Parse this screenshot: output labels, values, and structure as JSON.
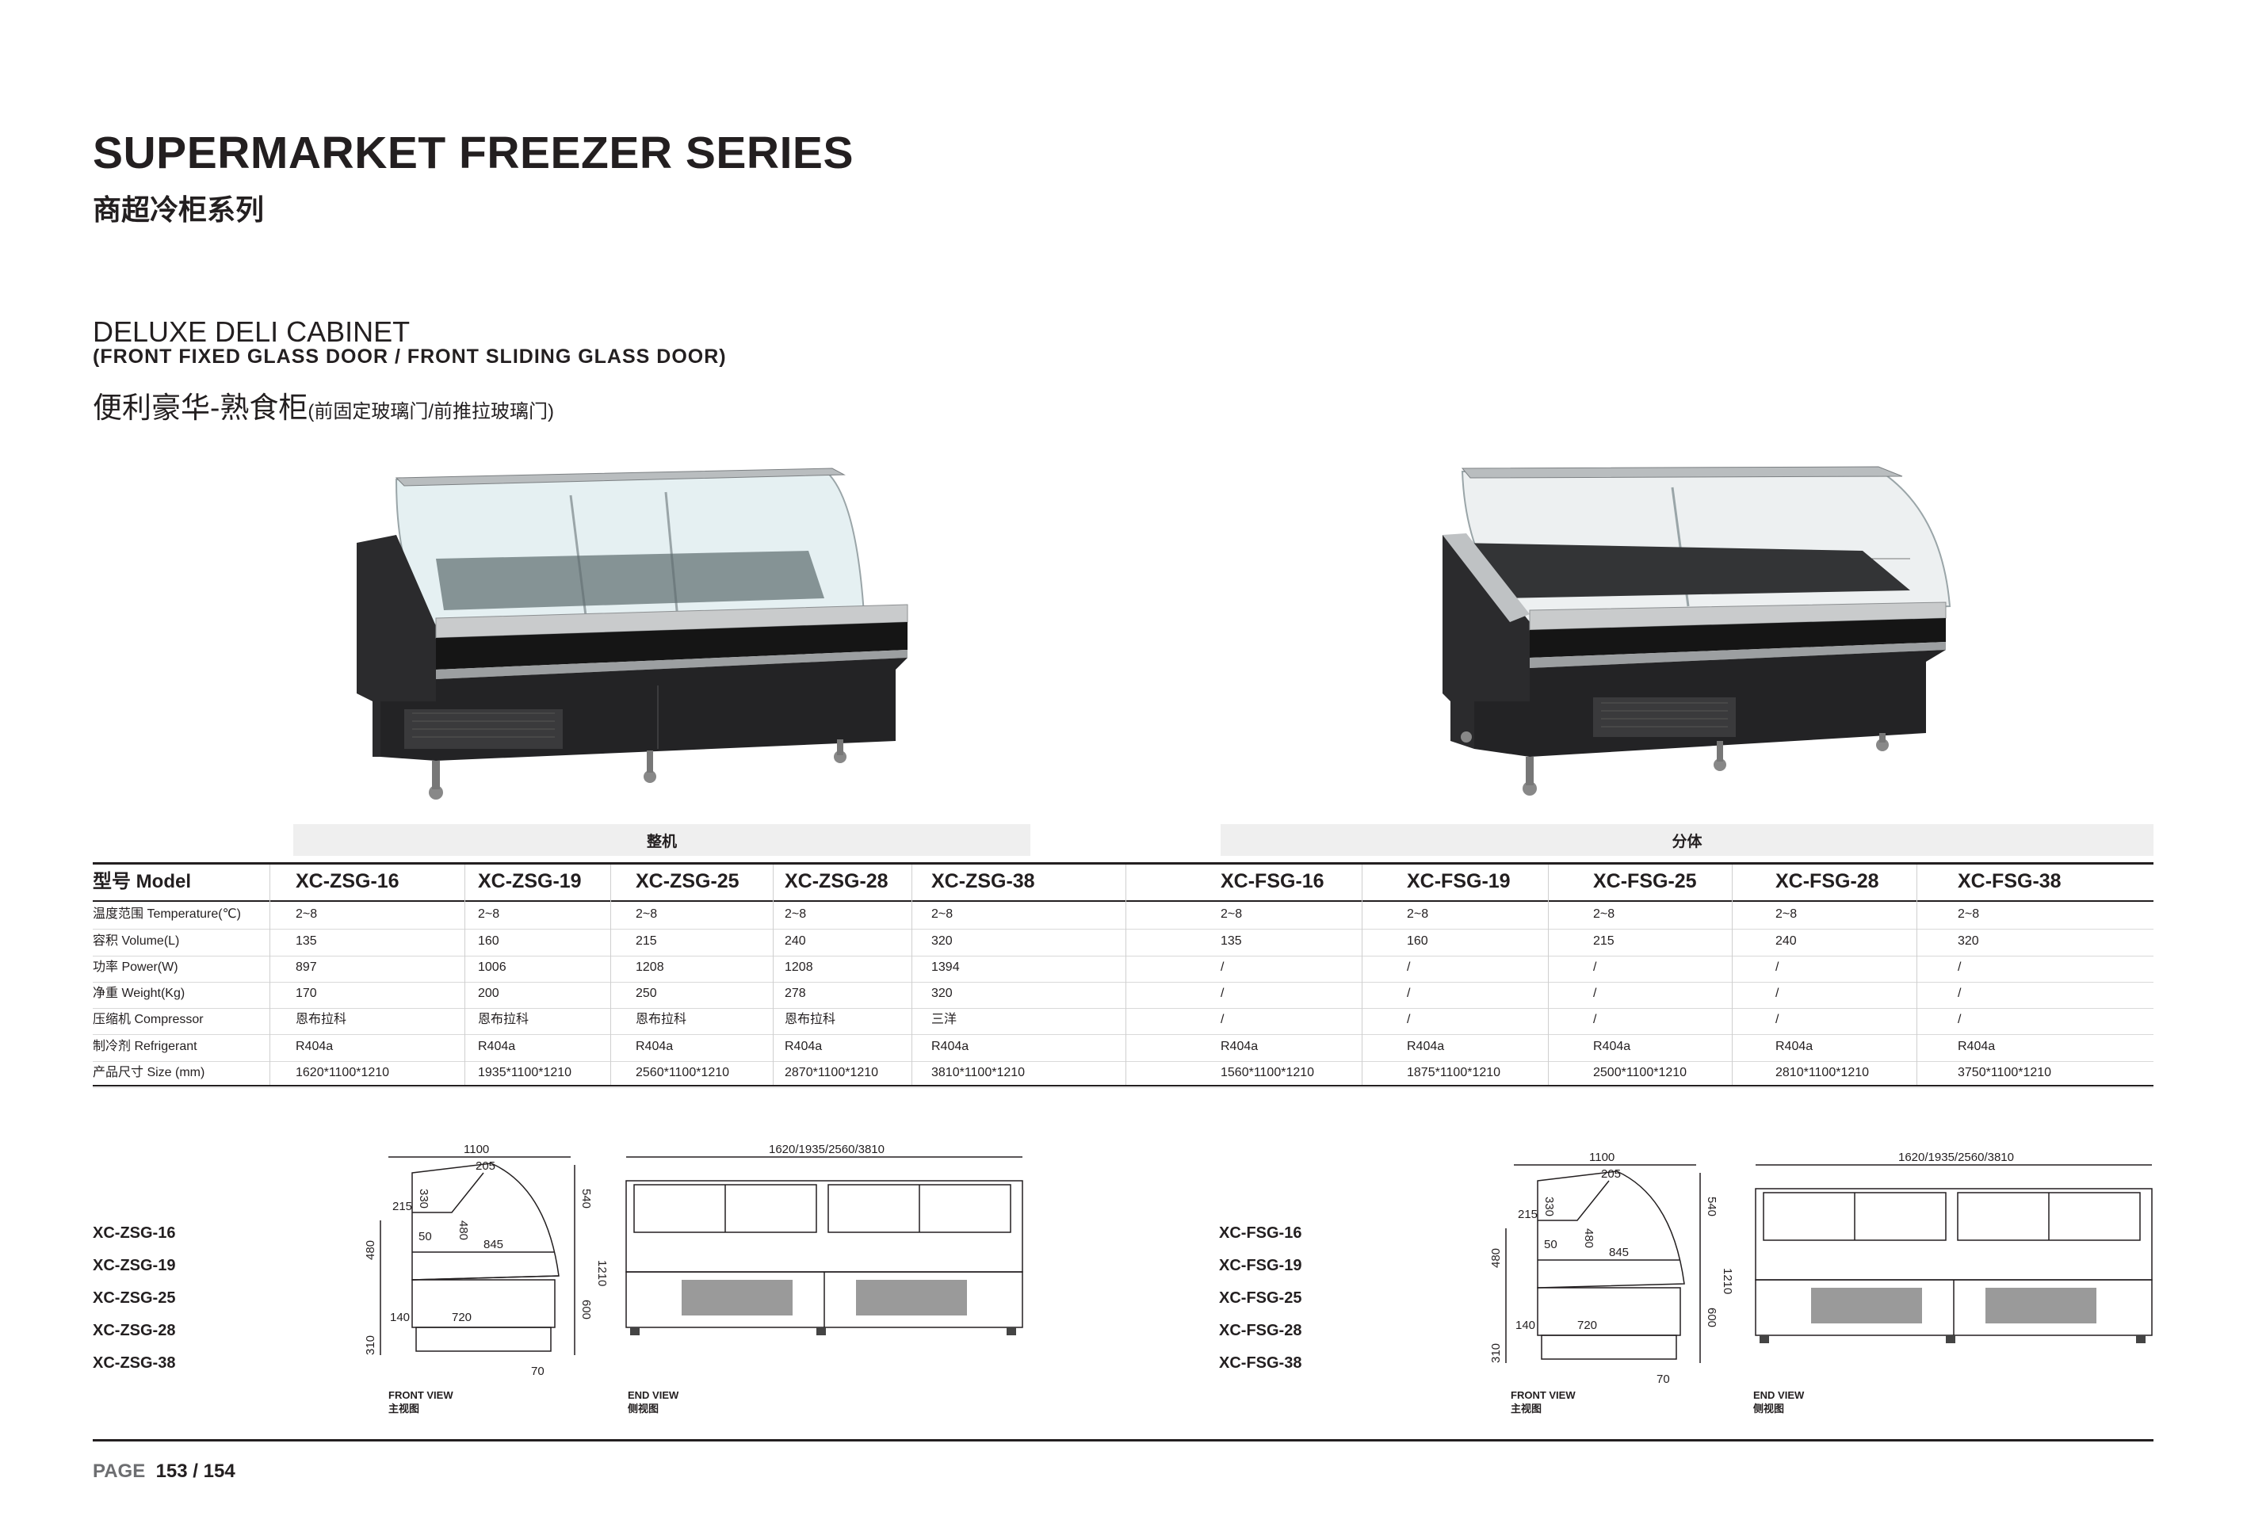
{
  "header": {
    "title": "SUPERMARKET FREEZER SERIES",
    "subtitle_cn": "商超冷柜系列"
  },
  "section": {
    "title": "DELUXE DELI CABINET",
    "subtitle": "(FRONT FIXED GLASS DOOR / FRONT SLIDING GLASS DOOR)",
    "title_cn": "便利豪华-熟食柜",
    "title_cn_note": "(前固定玻璃门/前推拉玻璃门)"
  },
  "table": {
    "row_labels": {
      "model": "型号 Model",
      "rows": [
        "温度范围 Temperature(℃)",
        "容积 Volume(L)",
        "功率 Power(W)",
        "净重 Weight(Kg)",
        "压缩机 Compressor",
        "制冷剂 Refrigerant",
        "产品尺寸 Size (mm)"
      ]
    },
    "left_group": {
      "name": "整机",
      "models": [
        "XC-ZSG-16",
        "XC-ZSG-19",
        "XC-ZSG-25",
        "XC-ZSG-28",
        "XC-ZSG-38"
      ],
      "rows": [
        [
          "2~8",
          "2~8",
          "2~8",
          "2~8",
          "2~8"
        ],
        [
          "135",
          "160",
          "215",
          "240",
          "320"
        ],
        [
          "897",
          "1006",
          "1208",
          "1208",
          "1394"
        ],
        [
          "170",
          "200",
          "250",
          "278",
          "320"
        ],
        [
          "恩布拉科",
          "恩布拉科",
          "恩布拉科",
          "恩布拉科",
          "三洋"
        ],
        [
          "R404a",
          "R404a",
          "R404a",
          "R404a",
          "R404a"
        ],
        [
          "1620*1100*1210",
          "1935*1100*1210",
          "2560*1100*1210",
          "2870*1100*1210",
          "3810*1100*1210"
        ]
      ]
    },
    "right_group": {
      "name": "分体",
      "models": [
        "XC-FSG-16",
        "XC-FSG-19",
        "XC-FSG-25",
        "XC-FSG-28",
        "XC-FSG-38"
      ],
      "rows": [
        [
          "2~8",
          "2~8",
          "2~8",
          "2~8",
          "2~8"
        ],
        [
          "135",
          "160",
          "215",
          "240",
          "320"
        ],
        [
          "/",
          "/",
          "/",
          "/",
          "/"
        ],
        [
          "/",
          "/",
          "/",
          "/",
          "/"
        ],
        [
          "/",
          "/",
          "/",
          "/",
          "/"
        ],
        [
          "R404a",
          "R404a",
          "R404a",
          "R404a",
          "R404a"
        ],
        [
          "1560*1100*1210",
          "1875*1100*1210",
          "2500*1100*1210",
          "2810*1100*1210",
          "3750*1100*1210"
        ]
      ]
    }
  },
  "drawings": {
    "left_models": [
      "XC-ZSG-16",
      "XC-ZSG-19",
      "XC-ZSG-25",
      "XC-ZSG-28",
      "XC-ZSG-38"
    ],
    "right_models": [
      "XC-FSG-16",
      "XC-FSG-19",
      "XC-FSG-25",
      "XC-FSG-28",
      "XC-FSG-38"
    ],
    "front_view": "FRONT VIEW",
    "front_view_cn": "主视图",
    "end_view": "END VIEW",
    "end_view_cn": "侧视图",
    "dims": {
      "depth": "1100",
      "top": "205",
      "glass_h": "330",
      "step": "215",
      "inner_h": "480",
      "shelf": "845",
      "left_h": "480",
      "fifty": "50",
      "base_step": "140",
      "base_w": "720",
      "total_h": "1210",
      "upper_h": "540",
      "lower_h": "600",
      "foot_h": "310",
      "foot_w": "70",
      "length_left": "1620/1935/2560/3810",
      "length_right": "1620/1935/2560/3810"
    }
  },
  "footer": {
    "page_label": "PAGE",
    "page_value": "153 / 154"
  }
}
